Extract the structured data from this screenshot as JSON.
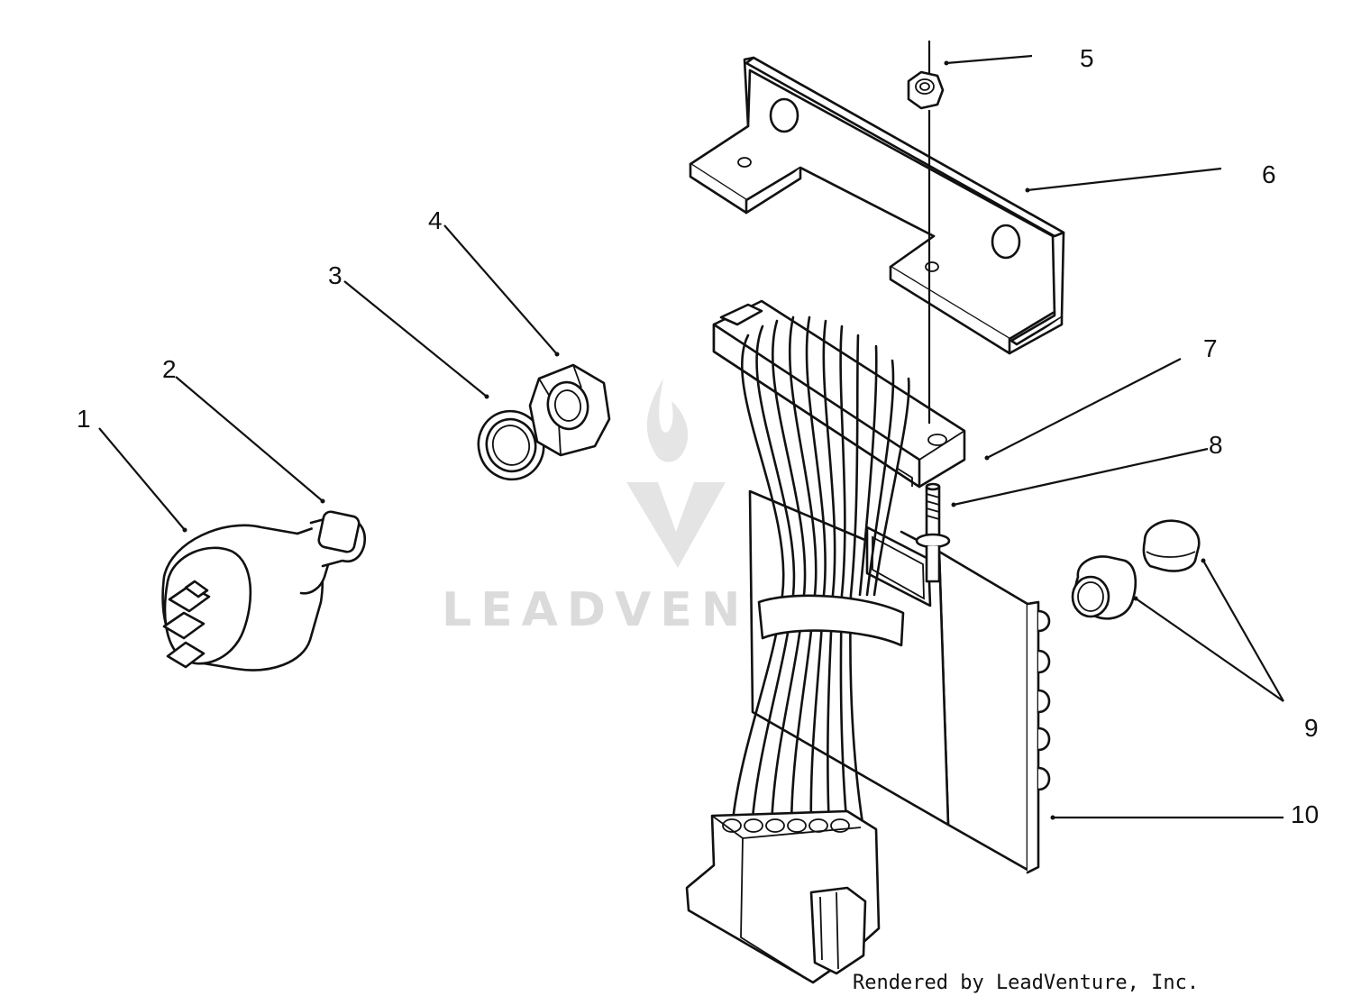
{
  "diagram": {
    "callouts": [
      {
        "id": "1",
        "label": "1"
      },
      {
        "id": "2",
        "label": "2"
      },
      {
        "id": "3",
        "label": "3"
      },
      {
        "id": "4",
        "label": "4"
      },
      {
        "id": "5",
        "label": "5"
      },
      {
        "id": "6",
        "label": "6"
      },
      {
        "id": "7",
        "label": "7"
      },
      {
        "id": "8",
        "label": "8"
      },
      {
        "id": "9",
        "label": "9"
      },
      {
        "id": "10",
        "label": "10"
      }
    ],
    "watermark": "LEADVENTURE",
    "credit": "Rendered by LeadVenture, Inc."
  },
  "colors": {
    "line": "#111111",
    "background": "#ffffff",
    "watermark": "#d8d8d8"
  }
}
